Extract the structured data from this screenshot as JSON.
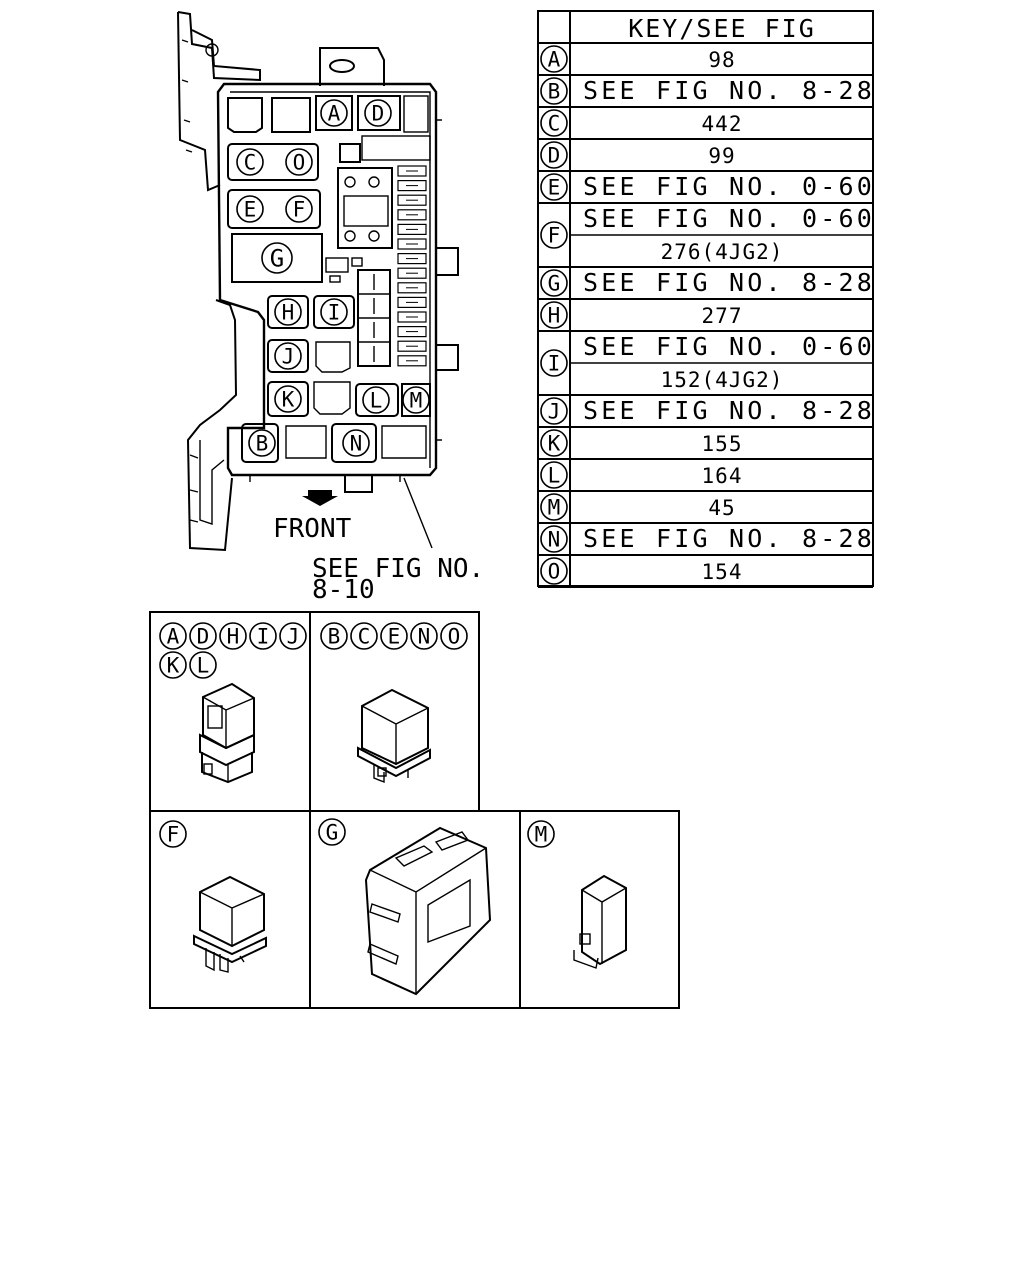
{
  "table": {
    "header": "KEY/SEE FIG",
    "rows": [
      {
        "key": "A",
        "lines": [
          "98"
        ]
      },
      {
        "key": "B",
        "lines": [
          "SEE FIG NO. 8-28"
        ]
      },
      {
        "key": "C",
        "lines": [
          "442"
        ]
      },
      {
        "key": "D",
        "lines": [
          "99"
        ]
      },
      {
        "key": "E",
        "lines": [
          "SEE FIG NO. 0-60"
        ]
      },
      {
        "key": "F",
        "lines": [
          "SEE FIG NO. 0-60",
          "276(4JG2)"
        ]
      },
      {
        "key": "G",
        "lines": [
          "SEE FIG NO. 8-28"
        ]
      },
      {
        "key": "H",
        "lines": [
          "277"
        ]
      },
      {
        "key": "I",
        "lines": [
          "SEE FIG NO. 0-60",
          "152(4JG2)"
        ]
      },
      {
        "key": "J",
        "lines": [
          "SEE FIG NO. 8-28"
        ]
      },
      {
        "key": "K",
        "lines": [
          "155"
        ]
      },
      {
        "key": "L",
        "lines": [
          "164"
        ]
      },
      {
        "key": "M",
        "lines": [
          "45"
        ]
      },
      {
        "key": "N",
        "lines": [
          "SEE FIG NO. 8-28"
        ]
      },
      {
        "key": "O",
        "lines": [
          "154"
        ]
      }
    ]
  },
  "fuse_box": {
    "labels": [
      "A",
      "D",
      "C",
      "O",
      "E",
      "F",
      "G",
      "H",
      "I",
      "J",
      "K",
      "L",
      "M",
      "B",
      "N"
    ],
    "front_label": "FRONT",
    "callout": [
      "SEE FIG NO.",
      "8-10"
    ]
  },
  "relay_panels": [
    {
      "keys": [
        "A",
        "D",
        "H",
        "I",
        "J"
      ],
      "keys_row2": [
        "K",
        "L"
      ]
    },
    {
      "keys": [
        "B",
        "C",
        "E",
        "N",
        "O"
      ],
      "keys_row2": []
    },
    {
      "keys": [
        "F"
      ],
      "keys_row2": []
    },
    {
      "keys": [
        "G"
      ],
      "keys_row2": []
    },
    {
      "keys": [
        "M"
      ],
      "keys_row2": []
    }
  ]
}
